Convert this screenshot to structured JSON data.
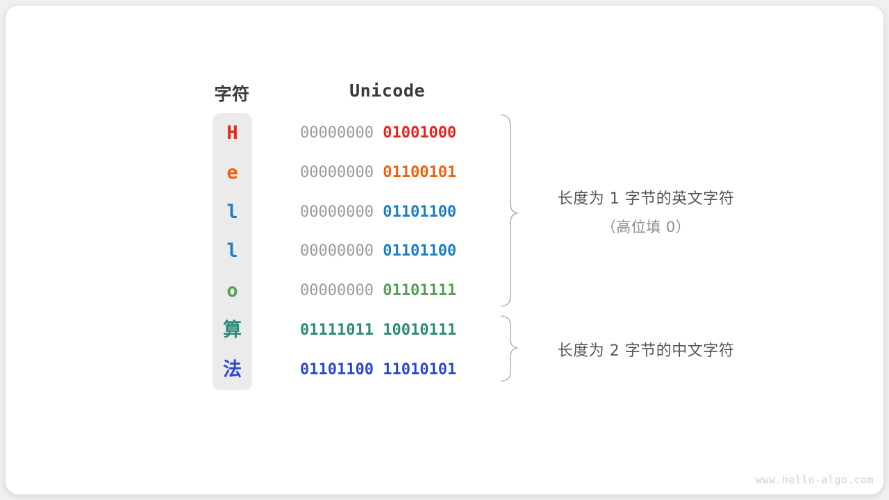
{
  "figure": {
    "headers": {
      "character": "字符",
      "unicode": "Unicode"
    },
    "rows": [
      {
        "char": "H",
        "is_cjk": false,
        "char_color": "#e8251c",
        "high_byte": "00000000",
        "low_byte": "01001000",
        "high_is_padding": true,
        "code_color": "#e8251c"
      },
      {
        "char": "e",
        "is_cjk": false,
        "char_color": "#f2600c",
        "high_byte": "00000000",
        "low_byte": "01100101",
        "high_is_padding": true,
        "code_color": "#f2600c"
      },
      {
        "char": "l",
        "is_cjk": false,
        "char_color": "#1f7fc4",
        "high_byte": "00000000",
        "low_byte": "01101100",
        "high_is_padding": true,
        "code_color": "#1f7fc4"
      },
      {
        "char": "l",
        "is_cjk": false,
        "char_color": "#1f7fc4",
        "high_byte": "00000000",
        "low_byte": "01101100",
        "high_is_padding": true,
        "code_color": "#1f7fc4"
      },
      {
        "char": "o",
        "is_cjk": false,
        "char_color": "#55a055",
        "high_byte": "00000000",
        "low_byte": "01101111",
        "high_is_padding": true,
        "code_color": "#55a055"
      },
      {
        "char": "算",
        "is_cjk": true,
        "char_color": "#2e8b7a",
        "high_byte": "01111011",
        "low_byte": "10010111",
        "high_is_padding": false,
        "code_color": "#2e8b7a"
      },
      {
        "char": "法",
        "is_cjk": true,
        "char_color": "#2b4acb",
        "high_byte": "01101100",
        "low_byte": "11010101",
        "high_is_padding": false,
        "code_color": "#2b4acb"
      }
    ],
    "annotations": [
      {
        "main": "长度为 1 字节的英文字符",
        "sub": "（高位填 0）"
      },
      {
        "main": "长度为 2 字节的中文字符",
        "sub": ""
      }
    ],
    "watermark": "www.hello-algo.com",
    "colors": {
      "padding_zero": "#9a9a9a",
      "pill_background": "#ebebeb",
      "brace": "#b0b0b0",
      "card_background": "#ffffff",
      "page_background": "#f0f0f0"
    }
  }
}
